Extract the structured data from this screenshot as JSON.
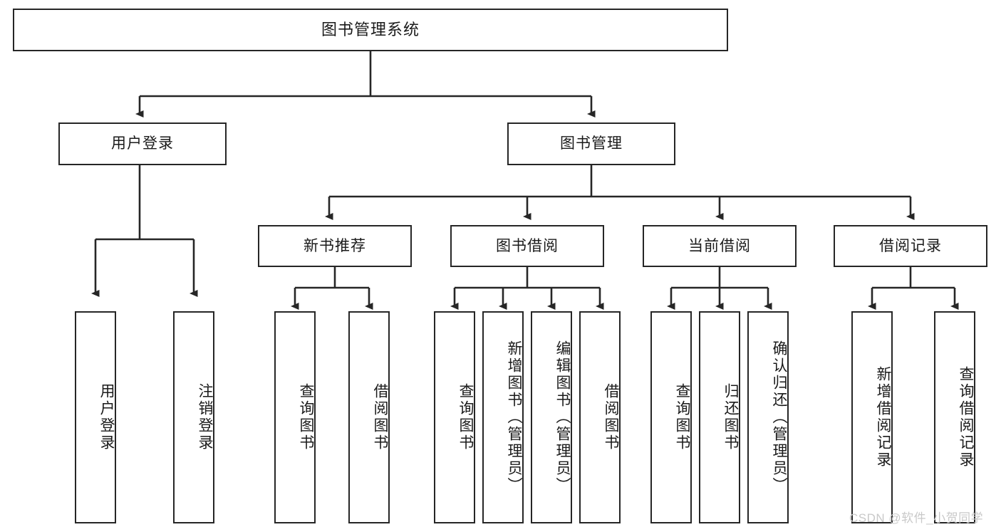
{
  "diagram": {
    "title": "图书管理系统",
    "root": {
      "label": "图书管理系统"
    },
    "level1": [
      {
        "label": "用户登录"
      },
      {
        "label": "图书管理"
      }
    ],
    "level2": [
      {
        "label": "新书推荐"
      },
      {
        "label": "图书借阅"
      },
      {
        "label": "当前借阅"
      },
      {
        "label": "借阅记录"
      }
    ],
    "leaves": {
      "user_login": [
        {
          "label": "用户登录"
        },
        {
          "label": "注销登录"
        }
      ],
      "new_book_recommend": [
        {
          "label": "查询图书"
        },
        {
          "label": "借阅图书"
        }
      ],
      "book_borrow": [
        {
          "label": "查询图书"
        },
        {
          "label": "新增图书（管理员）"
        },
        {
          "label": "编辑图书（管理员）"
        },
        {
          "label": "借阅图书"
        }
      ],
      "current_borrow": [
        {
          "label": "查询图书"
        },
        {
          "label": "归还图书"
        },
        {
          "label": "确认归还（管理员）"
        }
      ],
      "borrow_record": [
        {
          "label": "新增借阅记录"
        },
        {
          "label": "查询借阅记录"
        }
      ]
    }
  },
  "watermark": {
    "text": "CSDN @软件_小贺同学"
  },
  "colors": {
    "border": "#262626",
    "background": "#ffffff",
    "text": "#1a1a1a",
    "watermark": "#c9c9c9"
  }
}
